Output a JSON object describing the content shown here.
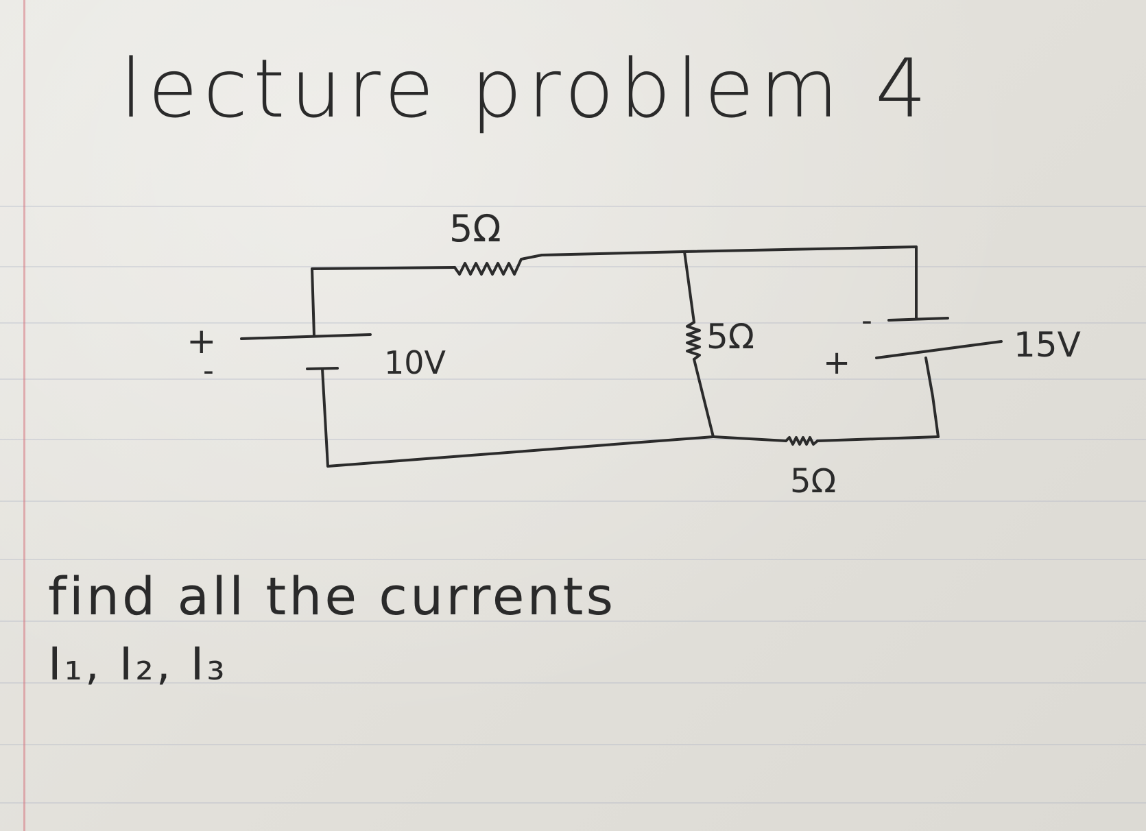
{
  "title": "lecture problem 4",
  "circuit": {
    "top_resistor_label": "5Ω",
    "middle_resistor_label": "5Ω",
    "bottom_resistor_label": "5Ω",
    "left_source_label": "10V",
    "left_source_plus": "+",
    "left_source_minus": "-",
    "right_source_label": "15V",
    "right_source_plus": "+",
    "right_source_minus": "-"
  },
  "question": {
    "line1": "find all the currents",
    "line2": "I₁, I₂, I₃"
  }
}
